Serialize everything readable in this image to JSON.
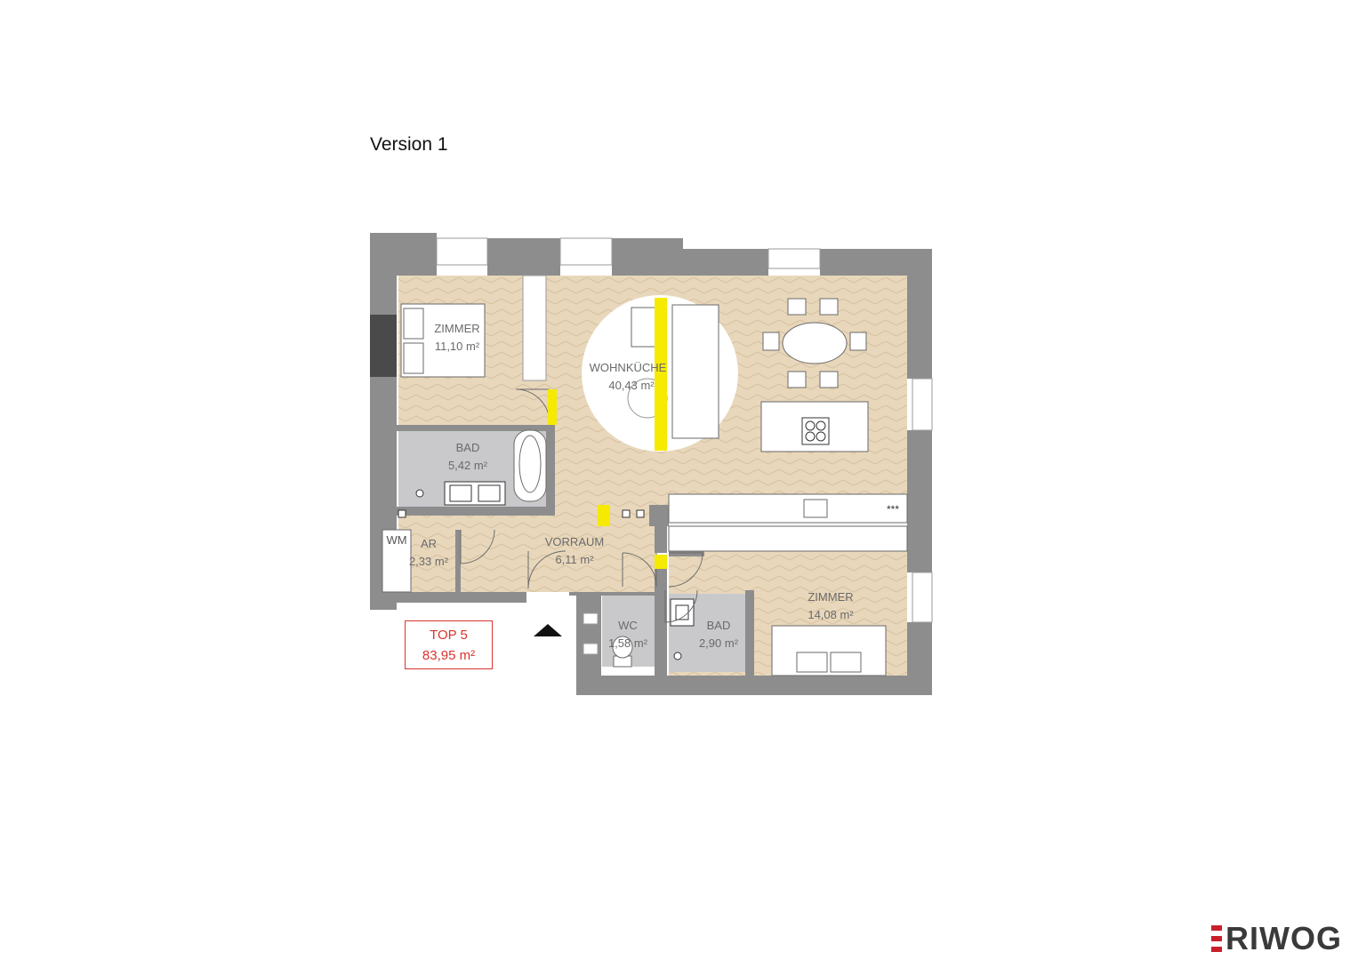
{
  "title": "Version 1",
  "unit": {
    "name": "TOP 5",
    "area": "83,95 m²"
  },
  "rooms": [
    {
      "id": "zimmer-1",
      "name": "ZIMMER",
      "area": "11,10 m²"
    },
    {
      "id": "wohnkueche",
      "name": "WOHNKÜCHE",
      "area": "40,43 m²"
    },
    {
      "id": "bad-1",
      "name": "BAD",
      "area": "5,42 m²"
    },
    {
      "id": "ar",
      "name": "AR",
      "area": "2,33 m²"
    },
    {
      "id": "vorraum",
      "name": "VORRAUM",
      "area": "6,11 m²"
    },
    {
      "id": "wc",
      "name": "WC",
      "area": "1,58 m²"
    },
    {
      "id": "bad-2",
      "name": "BAD",
      "area": "2,90 m²"
    },
    {
      "id": "zimmer-2",
      "name": "ZIMMER",
      "area": "14,08 m²"
    }
  ],
  "fixtures": {
    "wm": "WM"
  },
  "brand": {
    "name": "RIWOG",
    "accent": "#c8202b"
  },
  "colors": {
    "wall": "#8d8d8d",
    "floor": "#e7d5b8",
    "tile": "#c9c9cc",
    "highlight": "#f5ea00",
    "label": "#d8342c"
  }
}
